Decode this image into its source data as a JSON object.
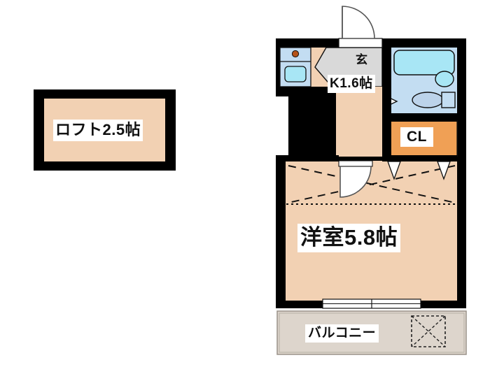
{
  "document": {
    "type": "floor-plan",
    "title": "アパート間取図",
    "background_color": "#ffffff"
  },
  "colors": {
    "wall": "#000000",
    "floor_room": "#f2d1b3",
    "floor_loft": "#f2d1b3",
    "closet": "#f0a055",
    "water_area": "#c3ddf2",
    "fixture_fill": "#a8d8f0",
    "entrance_gray": "#d9d9d9",
    "balcony": "#ddd5cc",
    "faucet": "#b5531a",
    "outline": "#111111"
  },
  "rooms": [
    {
      "id": "loft",
      "name": "loft-room",
      "label": "ロフト2.5帖",
      "area_jo": 2.5,
      "fill": "#f2d1b3"
    },
    {
      "id": "bedroom",
      "name": "western-room",
      "label": "洋室5.8帖",
      "area_jo": 5.8,
      "fill": "#f2d1b3"
    },
    {
      "id": "kitchen",
      "name": "kitchen-area",
      "label": "K1.6帖",
      "area_jo": 1.6,
      "fill": "#f2d1b3"
    },
    {
      "id": "entrance",
      "name": "entrance-genkan",
      "label": "玄",
      "fill": "#d9d9d9"
    },
    {
      "id": "closet",
      "name": "closet",
      "label": "CL",
      "fill": "#f0a055"
    },
    {
      "id": "bath",
      "name": "unit-bath",
      "label": "",
      "fill": "#c3ddf2"
    },
    {
      "id": "balcony",
      "name": "balcony",
      "label": "バルコニー",
      "fill": "#ddd5cc"
    }
  ],
  "fixtures": [
    {
      "name": "kitchen-sink",
      "label": ""
    },
    {
      "name": "sink-faucet",
      "label": ""
    },
    {
      "name": "bathtub",
      "label": ""
    },
    {
      "name": "wash-basin",
      "label": ""
    },
    {
      "name": "toilet",
      "label": ""
    },
    {
      "name": "entrance-door",
      "label": ""
    },
    {
      "name": "interior-door",
      "label": ""
    },
    {
      "name": "bath-door",
      "label": ""
    },
    {
      "name": "balcony-window",
      "label": ""
    },
    {
      "name": "ac-outdoor-unit",
      "label": ""
    }
  ]
}
